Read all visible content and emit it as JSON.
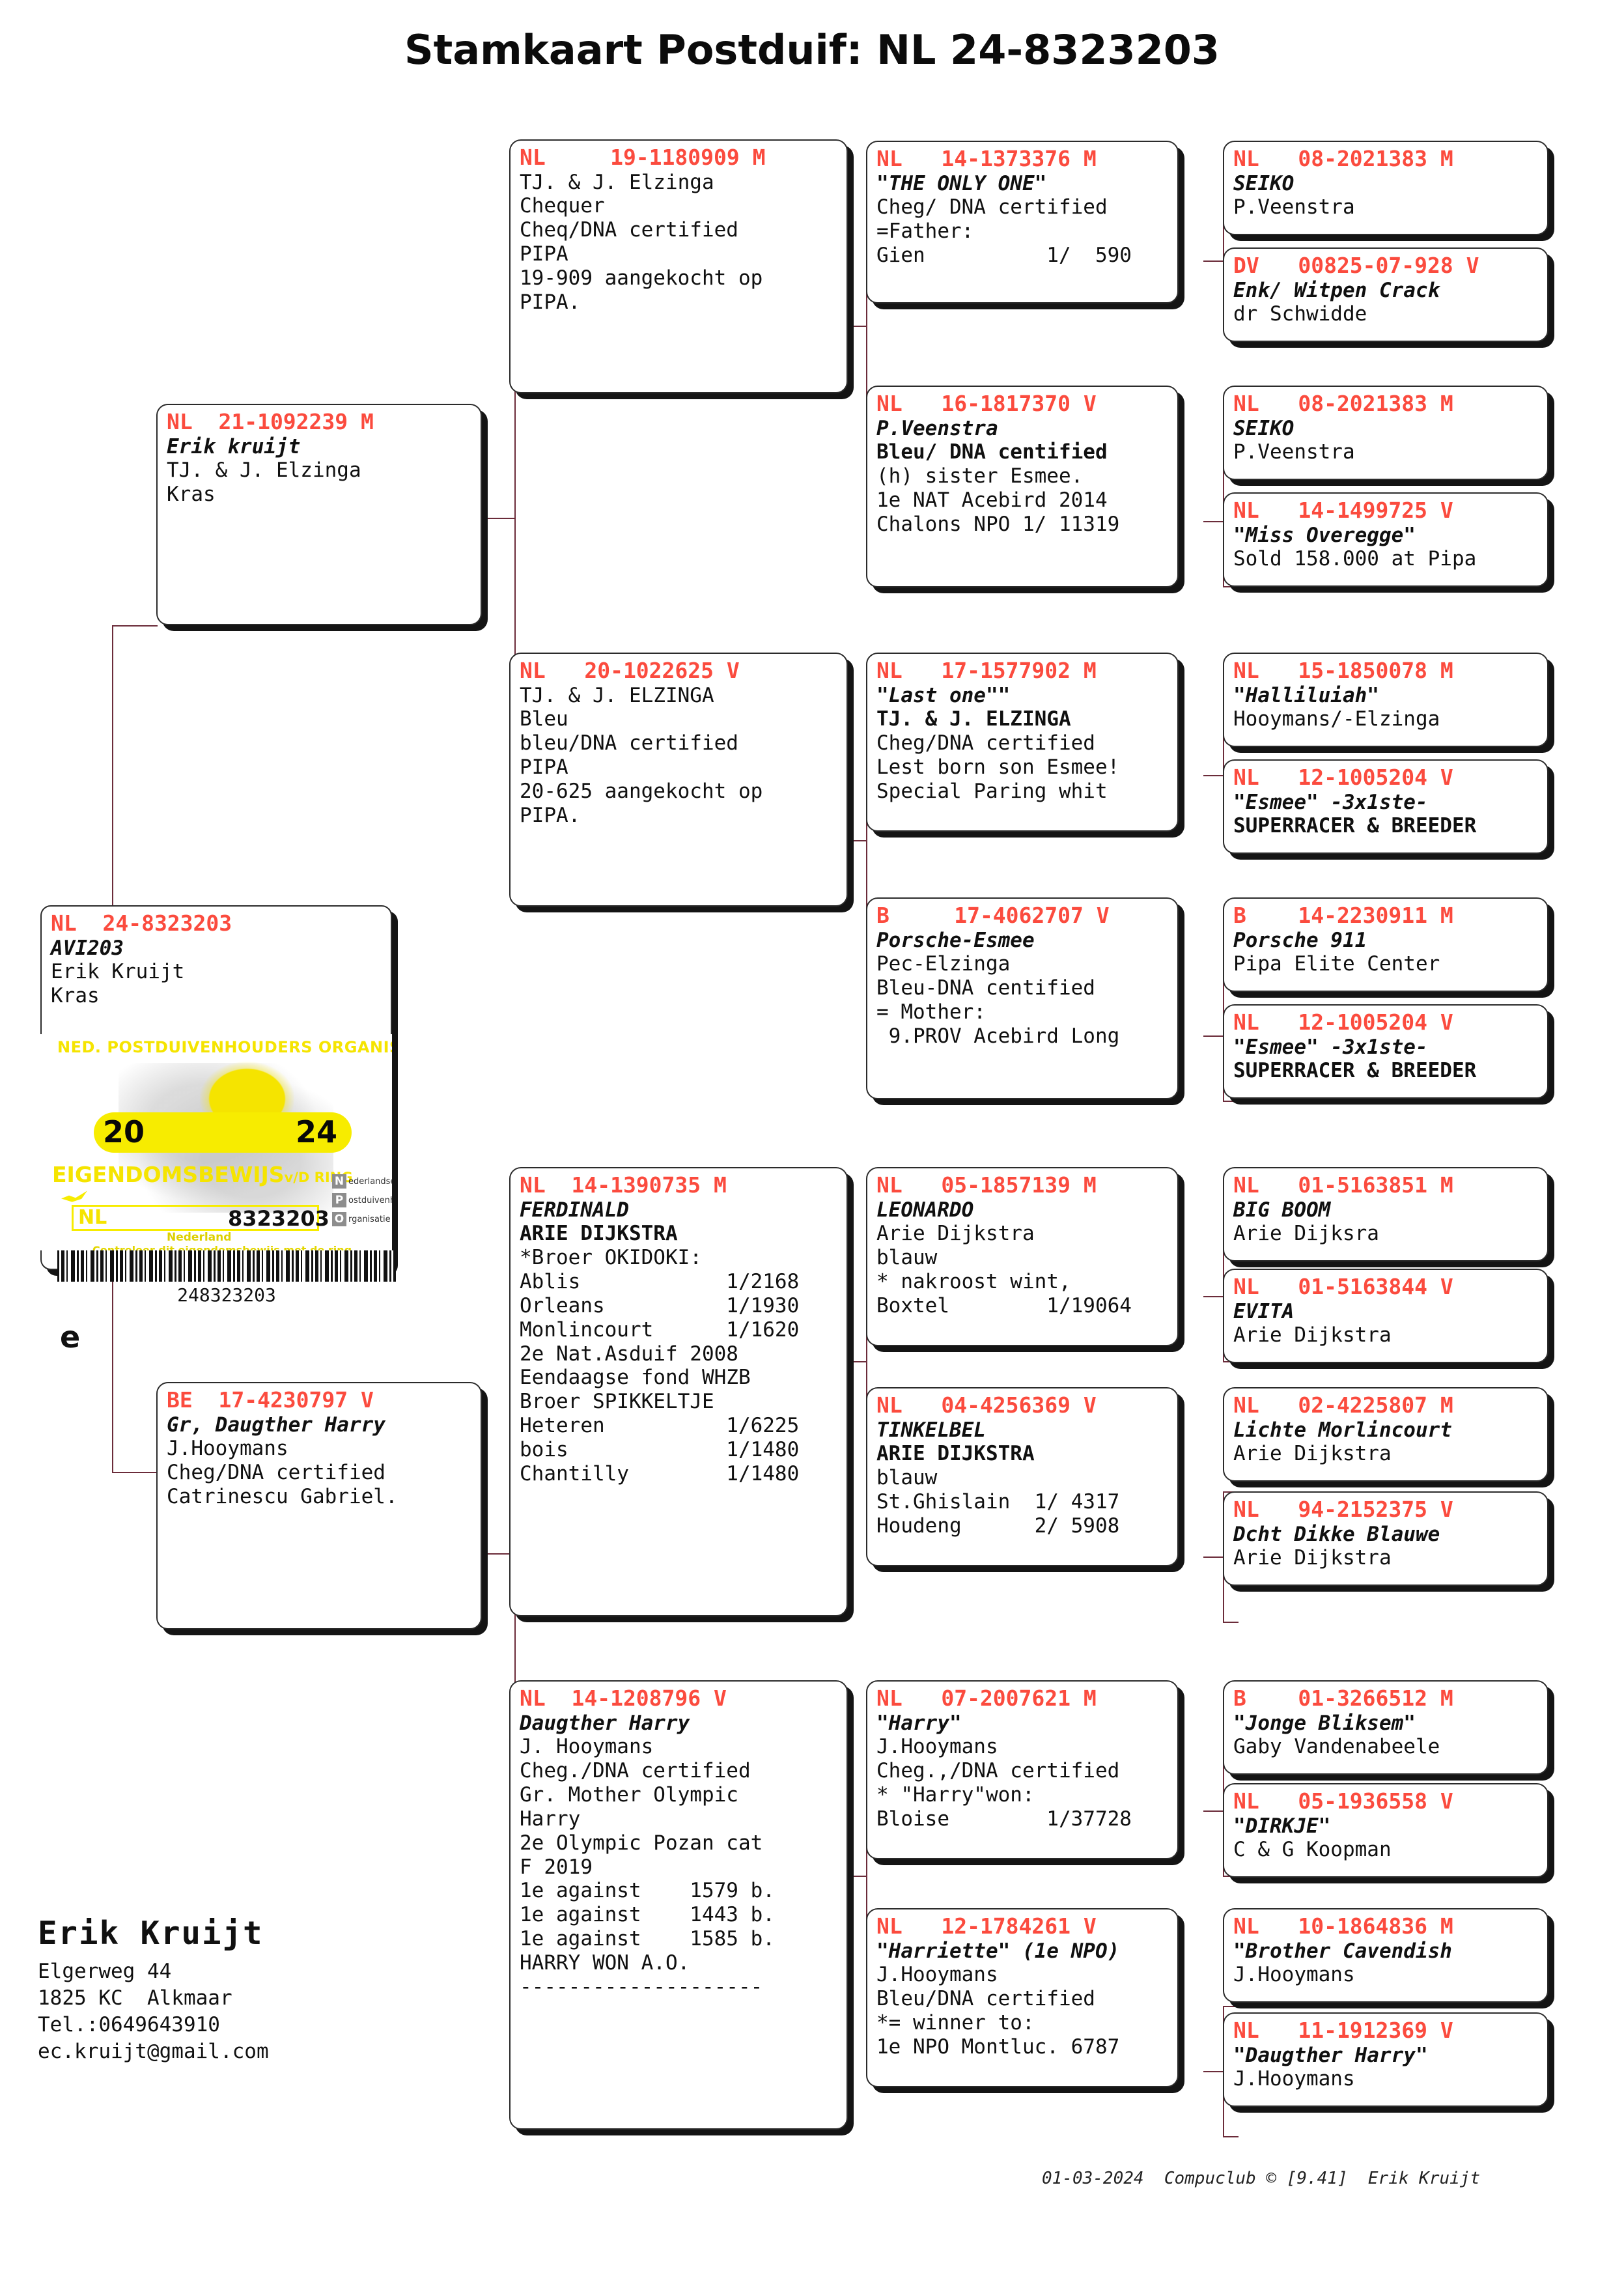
{
  "title": "Stamkaart Postduif: NL  24-8323203",
  "subject": {
    "ring": "NL  24-8323203",
    "nick": "AVI203",
    "lines": [
      "Erik Kruijt",
      "Kras"
    ]
  },
  "ownership_certificate": {
    "organisation": "NED. POSTDUIVENHOUDERS ORGANISATIE",
    "year_left": "20",
    "year_right": "24",
    "eigendomsbewijs": "EIGENDOMSBEWIJS",
    "eigendomsbewijs_suffix": "v/D RING",
    "country_code": "NL",
    "ring_number": "8323203",
    "npo": [
      {
        "letter": "N",
        "word": "ederlandse"
      },
      {
        "letter": "P",
        "word": "ostduivenhouders"
      },
      {
        "letter": "O",
        "word": "rganisatie"
      }
    ],
    "nederland": "Nederland",
    "controleer": "Controleer dit eigendomsbewijs met de ring",
    "barcode_number": "248323203",
    "q_glyph": "e"
  },
  "owner": {
    "name": "Erik Kruijt",
    "street": "Elgerweg 44",
    "city": "1825 KC  Alkmaar",
    "tel": "Tel.:0649643910",
    "email": "ec.kruijt@gmail.com"
  },
  "footer": "01-03-2024  Compuclub © [9.41]  Erik Kruijt",
  "cards": {
    "sire": {
      "ring": "NL  21-1092239 M",
      "nick": "Erik kruijt",
      "lines": [
        "TJ. & J. Elzinga",
        "Kras"
      ]
    },
    "dam": {
      "ring": "BE  17-4230797 V",
      "nick": "Gr, Daugther Harry",
      "lines": [
        "J.Hooymans",
        "Cheg/DNA certified",
        "Catrinescu Gabriel."
      ]
    },
    "g1": {
      "ring": "NL     19-1180909 M",
      "nick": "",
      "lines": [
        "TJ. & J. Elzinga",
        "Chequer",
        "Cheq/DNA certified",
        "PIPA",
        "19-909 aangekocht op",
        "PIPA."
      ]
    },
    "g2": {
      "ring": "NL   20-1022625 V",
      "nick": "",
      "lines": [
        "TJ. & J. ELZINGA",
        "Bleu",
        "bleu/DNA certified",
        "PIPA",
        "20-625 aangekocht op",
        "PIPA."
      ]
    },
    "g3": {
      "ring": "NL  14-1390735 M",
      "nick": "FERDINALD",
      "lines": [
        "ARIE DIJKSTRA",
        "",
        "*Broer OKIDOKI:",
        "Ablis            1/2168",
        "Orleans          1/1930",
        "Monlincourt      1/1620",
        "2e Nat.Asduif 2008",
        "Eendaagse fond WHZB",
        "Broer SPIKKELTJE",
        "Heteren          1/6225",
        "bois             1/1480",
        "Chantilly        1/1480"
      ]
    },
    "g4": {
      "ring": "NL  14-1208796 V",
      "nick": "Daugther Harry",
      "lines": [
        "J. Hooymans",
        "",
        "Cheg./DNA certified",
        "Gr. Mother Olympic",
        "Harry",
        "2e Olympic Pozan cat",
        "F 2019",
        "1e against    1579 b.",
        "1e against    1443 b.",
        "1e against    1585 b.",
        "HARRY WON A.O.",
        "--------------------"
      ]
    },
    "gg1": {
      "ring": "NL   14-1373376 M",
      "nick": "\"THE ONLY ONE\"",
      "lines": [
        "",
        "Cheg/ DNA certified",
        "=Father:",
        "Gien          1/  590"
      ]
    },
    "gg2": {
      "ring": "NL   16-1817370 V",
      "nick": "P.Veenstra",
      "lines": [
        "Bleu/ DNA centified",
        "(h) sister Esmee.",
        "1e NAT Acebird 2014",
        "Chalons NPO 1/ 11319"
      ]
    },
    "gg3": {
      "ring": "NL   17-1577902 M",
      "nick": "\"Last one\"\"",
      "lines": [
        "TJ. & J. ELZINGA",
        "Cheg/DNA certified",
        "Lest born son Esmee!",
        "Special Paring whit"
      ]
    },
    "gg4": {
      "ring": "B     17-4062707 V",
      "nick": "Porsche-Esmee",
      "lines": [
        "Pec-Elzinga",
        "Bleu-DNA centified",
        "= Mother:",
        " 9.PROV Acebird Long"
      ]
    },
    "gg5": {
      "ring": "NL   05-1857139 M",
      "nick": "LEONARDO",
      "lines": [
        "Arie Dijkstra",
        "blauw",
        "* nakroost wint,",
        "Boxtel        1/19064"
      ]
    },
    "gg6": {
      "ring": "NL   04-4256369 V",
      "nick": "TINKELBEL",
      "lines": [
        "ARIE DIJKSTRA",
        "blauw",
        "St.Ghislain  1/ 4317",
        "Houdeng      2/ 5908"
      ]
    },
    "gg7": {
      "ring": "NL   07-2007621 M",
      "nick": "\"Harry\"",
      "lines": [
        "J.Hooymans",
        "Cheg.,/DNA certified",
        "* \"Harry\"won:",
        "Bloise        1/37728"
      ]
    },
    "gg8": {
      "ring": "NL   12-1784261 V",
      "nick": "\"Harriette\" (1e NPO)",
      "lines": [
        "J.Hooymans",
        "Bleu/DNA certified",
        "*= winner to:",
        "1e NPO Montluc. 6787"
      ]
    },
    "ggg1": {
      "ring": "NL   08-2021383 M",
      "nick": "SEIKO",
      "lines": [
        "P.Veenstra"
      ]
    },
    "ggg2": {
      "ring": "DV   00825-07-928 V",
      "nick": "Enk/ Witpen Crack",
      "lines": [
        "dr Schwidde"
      ]
    },
    "ggg3": {
      "ring": "NL   08-2021383 M",
      "nick": "SEIKO",
      "lines": [
        "P.Veenstra"
      ]
    },
    "ggg4": {
      "ring": "NL   14-1499725 V",
      "nick": "\"Miss Overegge\"",
      "lines": [
        "Sold 158.000 at Pipa"
      ]
    },
    "ggg5": {
      "ring": "NL   15-1850078 M",
      "nick": "\"Halliluiah\"",
      "lines": [
        "Hooymans/-Elzinga"
      ]
    },
    "ggg6": {
      "ring": "NL   12-1005204 V",
      "nick": "\"Esmee\" -3x1ste-",
      "lines": [
        "SUPERRACER & BREEDER"
      ]
    },
    "ggg7": {
      "ring": "B    14-2230911 M",
      "nick": "Porsche 911",
      "lines": [
        "Pipa Elite Center"
      ]
    },
    "ggg8": {
      "ring": "NL   12-1005204 V",
      "nick": "\"Esmee\" -3x1ste-",
      "lines": [
        "SUPERRACER & BREEDER"
      ]
    },
    "ggg9": {
      "ring": "NL   01-5163851 M",
      "nick": "BIG BOOM",
      "lines": [
        "Arie Dijksra"
      ]
    },
    "ggg10": {
      "ring": "NL   01-5163844 V",
      "nick": "EVITA",
      "lines": [
        "Arie Dijkstra"
      ]
    },
    "ggg11": {
      "ring": "NL   02-4225807 M",
      "nick": "Lichte Morlincourt",
      "lines": [
        "Arie Dijkstra"
      ]
    },
    "ggg12": {
      "ring": "NL   94-2152375 V",
      "nick": "Dcht Dikke Blauwe",
      "lines": [
        "Arie Dijkstra"
      ]
    },
    "ggg13": {
      "ring": "B    01-3266512 M",
      "nick": "\"Jonge Bliksem\"",
      "lines": [
        "Gaby Vandenabeele"
      ]
    },
    "ggg14": {
      "ring": "NL   05-1936558 V",
      "nick": "\"DIRKJE\"",
      "lines": [
        "C & G Koopman"
      ]
    },
    "ggg15": {
      "ring": "NL   10-1864836 M",
      "nick": "\"Brother Cavendish",
      "lines": [
        "J.Hooymans"
      ]
    },
    "ggg16": {
      "ring": "NL   11-1912369 V",
      "nick": "\"Daugther Harry\"",
      "lines": [
        "J.Hooymans"
      ]
    }
  }
}
